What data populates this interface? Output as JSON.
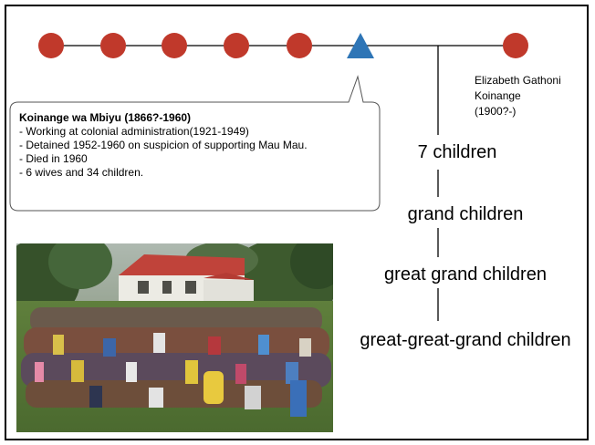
{
  "ancestors": {
    "circle_count": 5,
    "circle_color": "#c0392b",
    "triangle_color": "#2e75b6"
  },
  "person": {
    "title": "Koinange wa Mbiyu (1866?-1960)",
    "facts": [
      "Working at colonial administration(1921-1949)",
      "Detained 1952-1960 on suspicion of supporting Mau Mau.",
      "Died in 1960",
      "6 wives and 34 children."
    ]
  },
  "wife": {
    "name_lines": [
      "Elizabeth Gathoni",
      "Koinange",
      "(1900?-)"
    ]
  },
  "descendants": [
    "7 children",
    "grand children",
    "great grand children",
    "great-great-grand children"
  ]
}
